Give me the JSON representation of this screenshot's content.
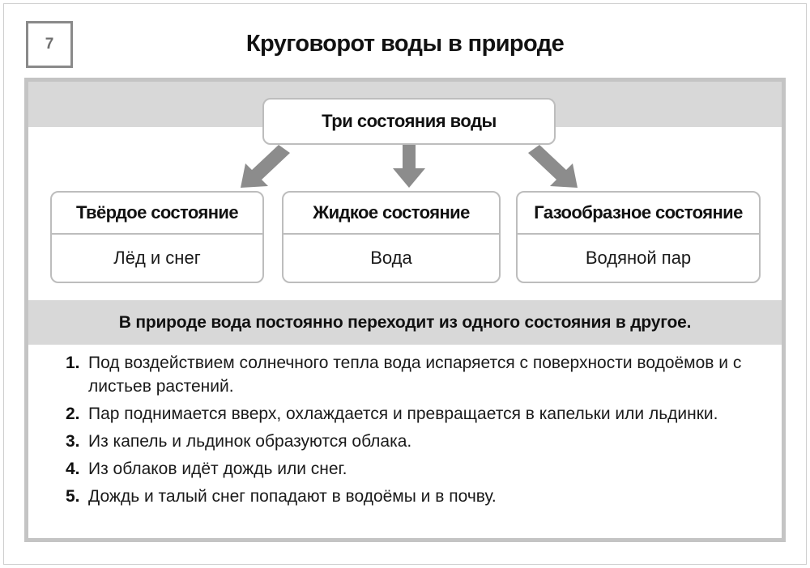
{
  "page": {
    "number": "7",
    "title": "Круговорот воды в природе"
  },
  "diagram": {
    "root": "Три состояния воды",
    "states": [
      {
        "title": "Твёрдое состояние",
        "example": "Лёд и снег"
      },
      {
        "title": "Жидкое состояние",
        "example": "Вода"
      },
      {
        "title": "Газообразное состояние",
        "example": "Водяной пар"
      }
    ]
  },
  "summary": "В природе вода постоянно переходит из одного состояния в другое.",
  "steps": [
    {
      "num": "1.",
      "text": "Под воздействием солнечного тепла вода испаряется с поверхности водоёмов и с листьев растений."
    },
    {
      "num": "2.",
      "text": "Пар поднимается вверх, охлаждается и превращается в капельки или льдинки."
    },
    {
      "num": "3.",
      "text": "Из капель и льдинок образуются облака."
    },
    {
      "num": "4.",
      "text": "Из облаков идёт дождь или снег."
    },
    {
      "num": "5.",
      "text": "Дождь и талый снег попадают в водоёмы и в почву."
    }
  ],
  "colors": {
    "band": "#d8d8d8",
    "frame": "#c4c4c4",
    "arrow": "#8c8c8c"
  }
}
